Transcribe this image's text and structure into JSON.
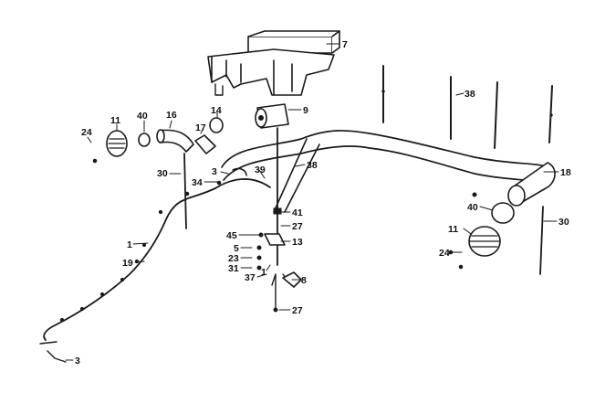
{
  "callouts": [
    {
      "id": "c7",
      "text": "7"
    },
    {
      "id": "c38a",
      "text": "38"
    },
    {
      "id": "c9",
      "text": "9"
    },
    {
      "id": "c14",
      "text": "14"
    },
    {
      "id": "c17",
      "text": "17"
    },
    {
      "id": "c16",
      "text": "16"
    },
    {
      "id": "c40a",
      "text": "40"
    },
    {
      "id": "c11a",
      "text": "11"
    },
    {
      "id": "c24a",
      "text": "24"
    },
    {
      "id": "c30a",
      "text": "30"
    },
    {
      "id": "c3a",
      "text": "3"
    },
    {
      "id": "c34",
      "text": "34"
    },
    {
      "id": "c39",
      "text": "39"
    },
    {
      "id": "c38b",
      "text": "38"
    },
    {
      "id": "c18",
      "text": "18"
    },
    {
      "id": "c41",
      "text": "41"
    },
    {
      "id": "c27a",
      "text": "27"
    },
    {
      "id": "c45",
      "text": "45"
    },
    {
      "id": "c13",
      "text": "13"
    },
    {
      "id": "c5",
      "text": "5"
    },
    {
      "id": "c23",
      "text": "23"
    },
    {
      "id": "c31",
      "text": "31"
    },
    {
      "id": "c1a",
      "text": "1"
    },
    {
      "id": "c19",
      "text": "19"
    },
    {
      "id": "c37",
      "text": "37"
    },
    {
      "id": "c1b",
      "text": "1"
    },
    {
      "id": "c8",
      "text": "8"
    },
    {
      "id": "c27b",
      "text": "27"
    },
    {
      "id": "c3b",
      "text": "3"
    },
    {
      "id": "c40b",
      "text": "40"
    },
    {
      "id": "c30b",
      "text": "30"
    },
    {
      "id": "c11b",
      "text": "11"
    },
    {
      "id": "c24b",
      "text": "24"
    }
  ]
}
